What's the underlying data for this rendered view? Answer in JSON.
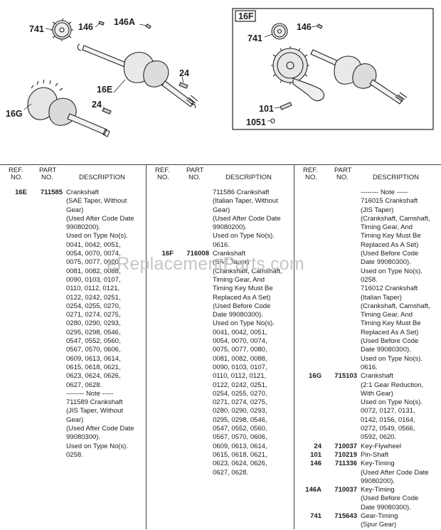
{
  "diagram": {
    "callouts": {
      "c741a": "741",
      "c146a": "146",
      "c146A": "146A",
      "c24a": "24",
      "c16E": "16E",
      "c24b": "24",
      "c16G": "16G",
      "c16F": "16F",
      "c741b": "741",
      "c146b": "146",
      "c101": "101",
      "c1051": "1051"
    },
    "watermark": "eReplacementParts.com"
  },
  "table": {
    "headers": {
      "ref_line1": "REF.",
      "ref_line2": "NO.",
      "part_line1": "PART",
      "part_line2": "NO.",
      "description": "DESCRIPTION"
    },
    "columns": [
      [
        {
          "ref": "16E",
          "part": "711585",
          "lines": [
            "Crankshaft",
            "(SAE Taper, Without",
            "Gear)",
            "(Used After Code Date",
            "99080200).",
            "Used on Type No(s).",
            "0041, 0042, 0051,",
            "0054, 0070, 0074,",
            "0075, 0077, 0080,",
            "0081, 0082, 0088,",
            "0090, 0103, 0107,",
            "0110, 0112, 0121,",
            "0122, 0242, 0251,",
            "0254, 0255, 0270,",
            "0271, 0274, 0275,",
            "0280, 0290, 0293,",
            "0295, 0298, 0546,",
            "0547, 0552, 0560,",
            "0567, 0570, 0606,",
            "0609, 0613, 0614,",
            "0615, 0618, 0621,",
            "0623, 0624, 0626,",
            "0627, 0628."
          ]
        },
        {
          "ref": "",
          "part": "",
          "lines": [
            "-------- Note -----"
          ]
        },
        {
          "ref": "",
          "part": "",
          "lines": [
            "711589 Crankshaft",
            "(JIS Taper, Without",
            "Gear)",
            "(Used After Code Date",
            "99080300).",
            "Used on Type No(s).",
            "0258."
          ]
        }
      ],
      [
        {
          "ref": "",
          "part": "",
          "lines": [
            "711586 Crankshaft",
            "(Italian Taper, Without",
            "Gear)",
            "(Used After Code Date",
            "99080200).",
            "Used on Type No(s).",
            "0616."
          ]
        },
        {
          "ref": "16F",
          "part": "716008",
          "lines": [
            "Crankshaft",
            "(SAE Taper)",
            "(Crankshaft, Camshaft,",
            "Timing Gear, And",
            "Timing Key Must Be",
            "Replaced As A Set)",
            "(Used Before Code",
            "Date 99080300).",
            "Used on Type No(s).",
            "0041, 0042, 0051,",
            "0054, 0070, 0074,",
            "0075, 0077, 0080,",
            "0081, 0082, 0088,",
            "0090, 0103, 0107,",
            "0110, 0112, 0121,",
            "0122, 0242, 0251,",
            "0254, 0255, 0270,",
            "0271, 0274, 0275,",
            "0280, 0290, 0293,",
            "0295, 0298, 0546,",
            "0547, 0552, 0560,",
            "0567, 0570, 0606,",
            "0609, 0613, 0614,",
            "0615, 0618, 0621,",
            "0623, 0624, 0626,",
            "0627, 0628."
          ]
        }
      ],
      [
        {
          "ref": "",
          "part": "",
          "lines": [
            "-------- Note -----"
          ]
        },
        {
          "ref": "",
          "part": "",
          "lines": [
            "716015 Crankshaft",
            "(JIS Taper)",
            "(Crankshaft, Camshaft,",
            "Timing Gear, And",
            "Timing Key Must Be",
            "Replaced As A Set)",
            "(Used Before Code",
            "Date 99080300).",
            "Used on Type No(s).",
            "0258."
          ]
        },
        {
          "ref": "",
          "part": "",
          "lines": [
            "716012 Crankshaft",
            "(Italian Taper)",
            "(Crankshaft, Camshaft,",
            "Timing Gear, And",
            "Timing Key Must Be",
            "Replaced As A Set)",
            "(Used Before Code",
            "Date 99080300).",
            "Used on Type No(s).",
            "0616."
          ]
        },
        {
          "ref": "16G",
          "part": "715103",
          "lines": [
            "Crankshaft",
            "(2:1 Gear Reduction,",
            "With Gear)",
            "Used on Type No(s).",
            "0072, 0127, 0131,",
            "0142, 0156, 0164,",
            "0272, 0549, 0566,",
            "0592, 0620."
          ]
        },
        {
          "ref": "24",
          "part": "710037",
          "lines": [
            "Key-Flywheel"
          ]
        },
        {
          "ref": "101",
          "part": "710219",
          "lines": [
            "Pin-Shaft"
          ]
        },
        {
          "ref": "146",
          "part": "711336",
          "lines": [
            "Key-Timing",
            "(Used After Code Date",
            "99080200)."
          ]
        },
        {
          "ref": "146A",
          "part": "710037",
          "lines": [
            "Key-Timing",
            "(Used Before Code",
            "Date 99080300)."
          ]
        },
        {
          "ref": "741",
          "part": "715643",
          "lines": [
            "Gear-Timing",
            "(Spur Gear)"
          ]
        }
      ]
    ]
  }
}
